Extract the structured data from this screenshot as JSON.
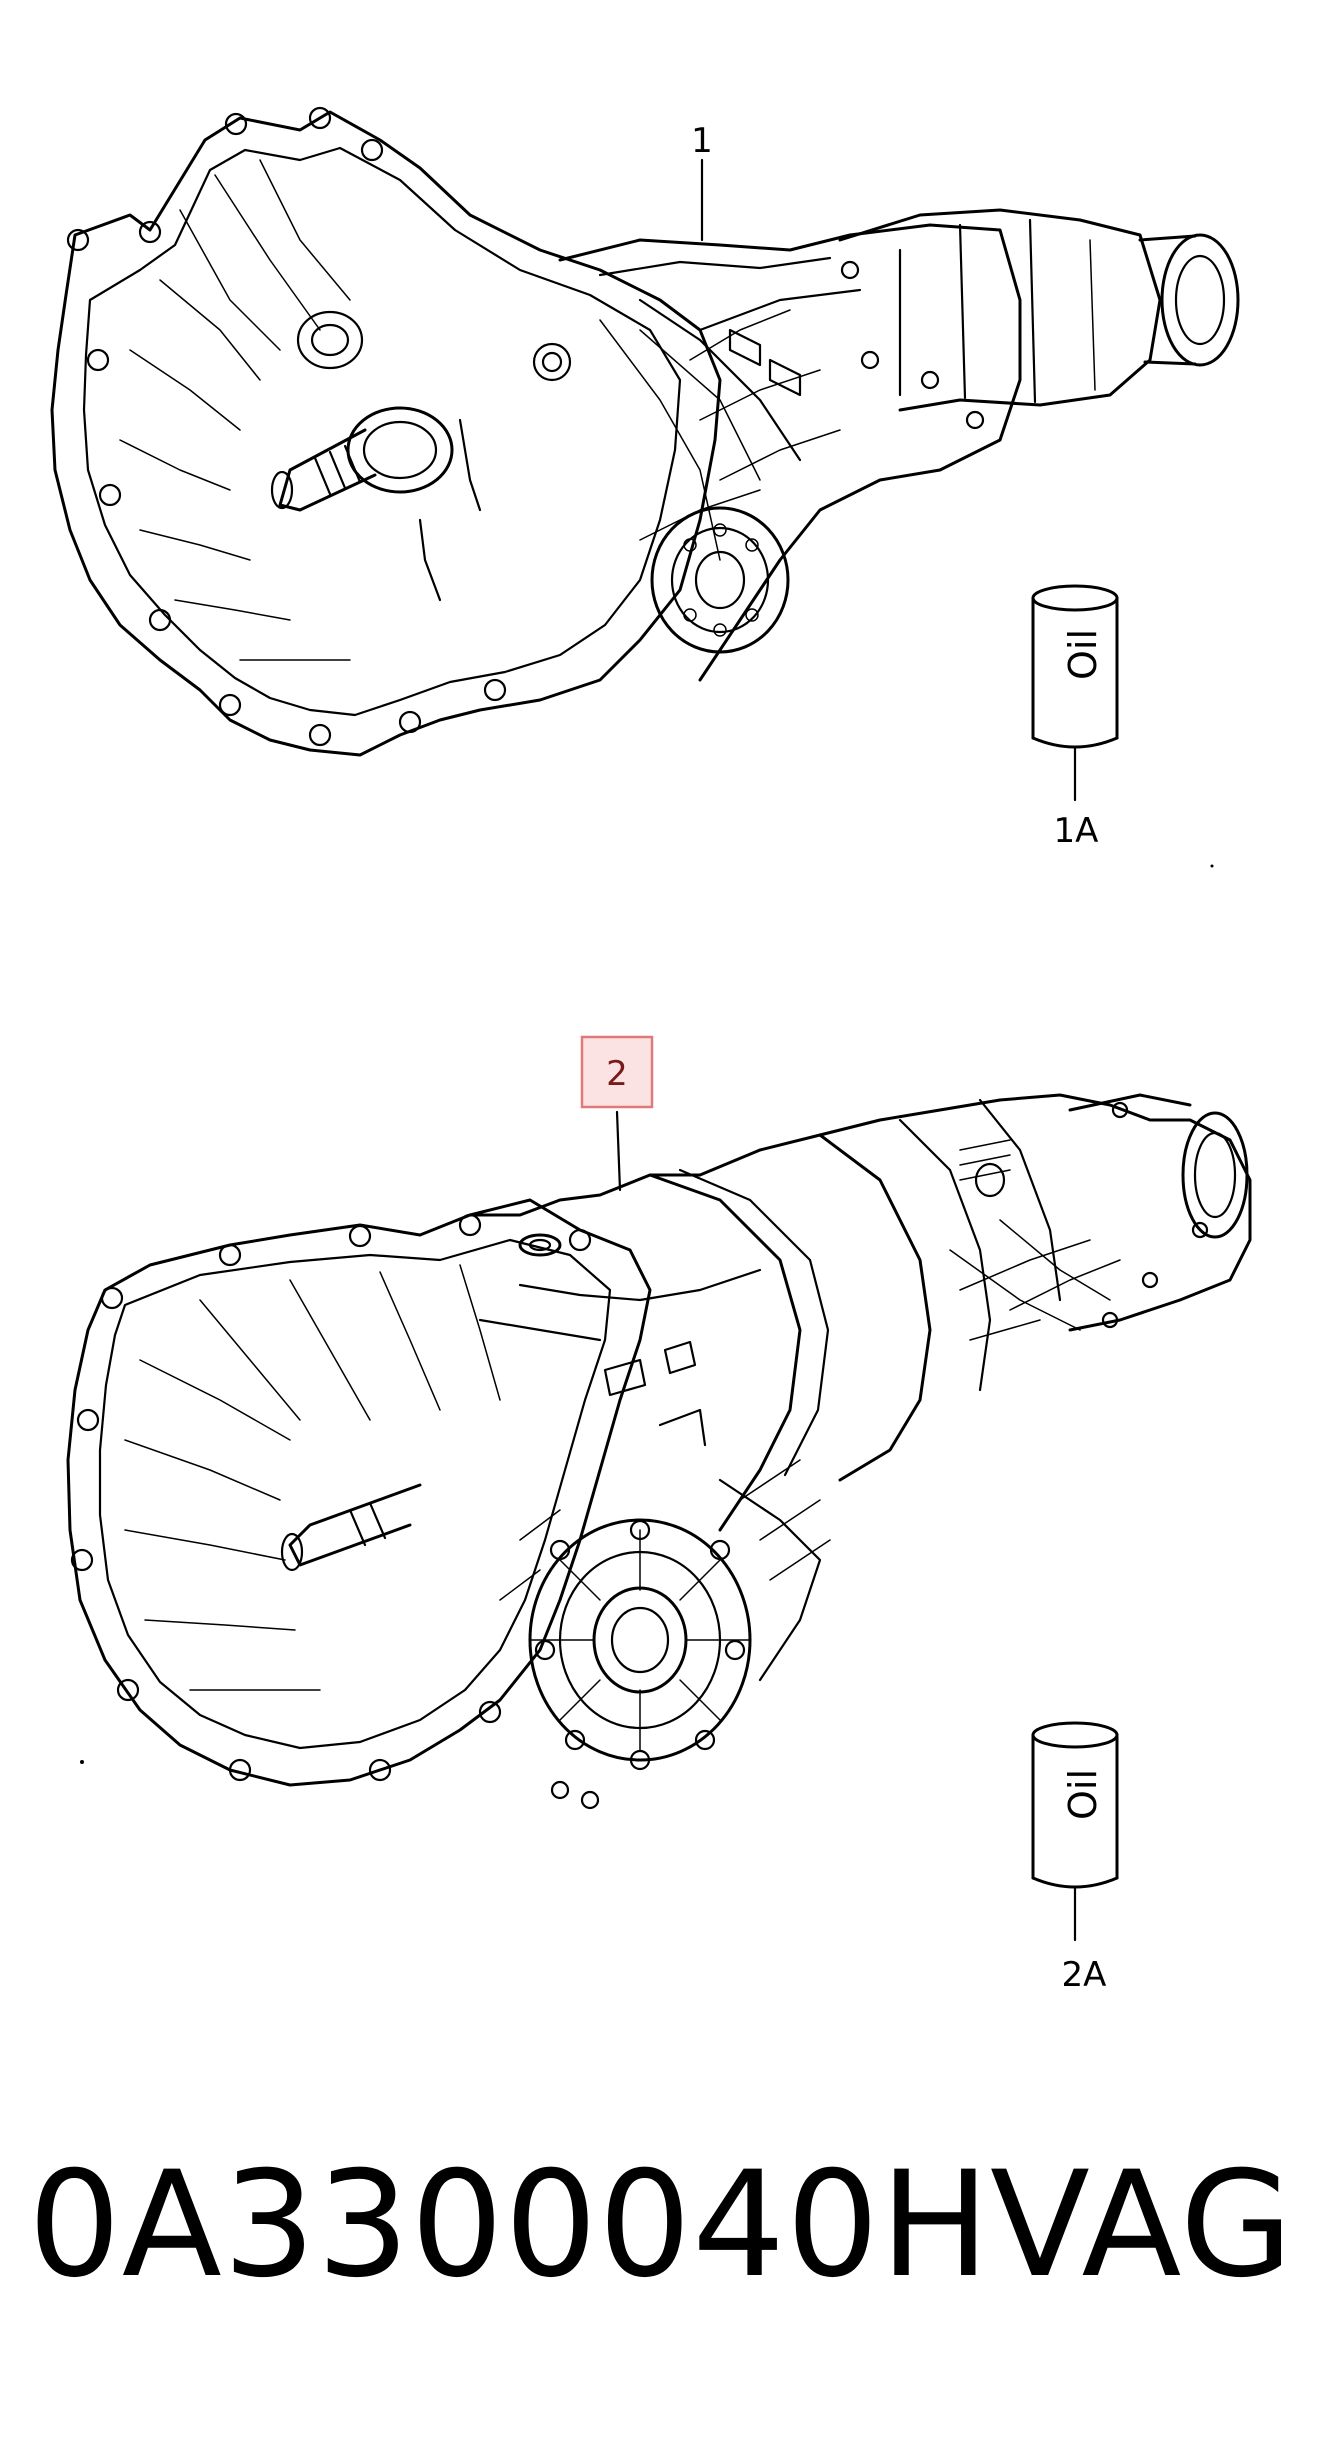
{
  "callouts": {
    "item_1": "1",
    "item_1a": "1A",
    "item_2": "2",
    "item_2a": "2A"
  },
  "footer": {
    "part_number": "0A3300040H",
    "brand": "VAG"
  },
  "colors": {
    "highlight_border": "#e07a7a",
    "highlight_fill": "#fbe3e3",
    "line": "#000000",
    "background": "#ffffff"
  },
  "icons": [
    "gearbox-illustration",
    "oil-can-icon"
  ]
}
